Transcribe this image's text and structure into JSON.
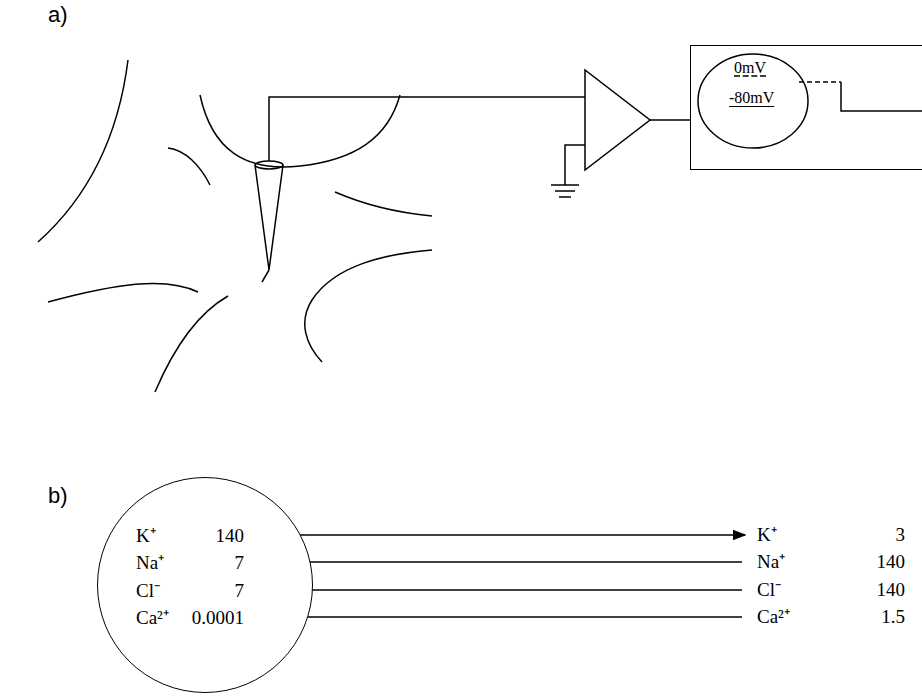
{
  "diagram": {
    "nodes": [
      {
        "text": [
          "0mV",
          "-80mV"
        ]
      },
      {
        "text": [
          "K⁺",
          "140",
          "Na⁺",
          "7",
          "Cl⁻",
          "7",
          "Ca²⁺",
          "0.0001"
        ]
      }
    ],
    "labels": [
      "a)",
      "b)",
      "K⁺",
      "3",
      "Na⁺",
      "140",
      "Cl⁻",
      "140",
      "Ca²⁺",
      "1.5"
    ]
  }
}
